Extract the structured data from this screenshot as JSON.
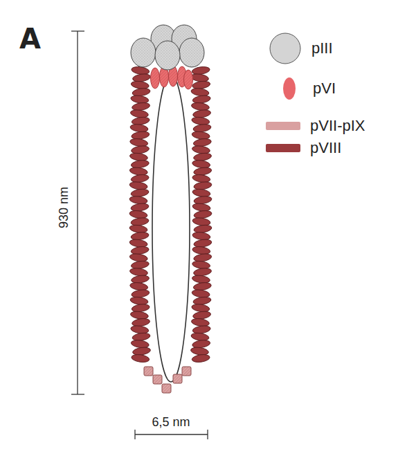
{
  "diagram": {
    "labels": [
      "A",
      "930 nm",
      "6,5 nm"
    ],
    "legend": [
      {
        "text": "pIII",
        "color": "#d4d4d4"
      },
      {
        "text": "pVI",
        "color": "#e8666a"
      },
      {
        "text": "pVII-pIX",
        "color": "#d9a0a0"
      },
      {
        "text": "pVIII",
        "color": "#9a3a3c"
      }
    ]
  }
}
